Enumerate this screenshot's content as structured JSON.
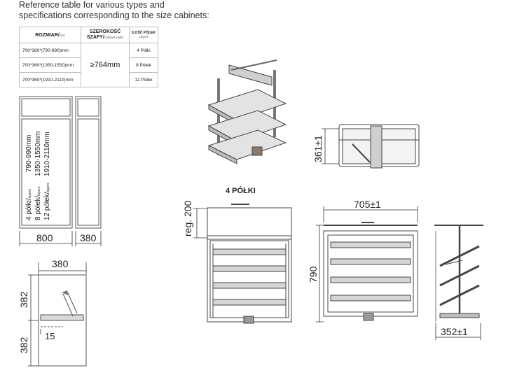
{
  "intro": {
    "line1": "Reference table for various types and",
    "line2": "specifications corresponding to the size cabinets:"
  },
  "table": {
    "headers": {
      "size": "ROZMIAR/",
      "size_sub": "size",
      "width": "SZEROKOŚĆ",
      "width2": "SZAFY/",
      "width_sub": "Cabinet width",
      "shelves": "ILOŚĆ PÓŁEK",
      "shelves_sub": "Layers"
    },
    "rows": [
      {
        "size": "700*360*(790-990)mm",
        "shelves": "4 Półki"
      },
      {
        "size": "700*360*(1350-1550)mm",
        "shelves": "8 Półek"
      },
      {
        "size": "700*360*(1910-2110)mm",
        "shelves": "12 Półek"
      }
    ],
    "width_value": "≥764mm"
  },
  "cabinet_left": {
    "col1": [
      "790-990mm",
      "1350-1550mm",
      "1910-2110mm"
    ],
    "col2": [
      "4 półki/",
      "8 półek/",
      "12 półek/"
    ],
    "col2_sub": "layers",
    "dim_width": "800",
    "dim_depth": "380"
  },
  "plan_view": {
    "dim_top": "380",
    "dim_upper": "382",
    "dim_lower": "382",
    "dim_gap": "15"
  },
  "top_view": {
    "dim_height": "361±1"
  },
  "front_view": {
    "title": "4 PÓŁKI",
    "dim_reg": "reg. 200"
  },
  "main_front": {
    "dim_width": "705±1",
    "dim_height": "790"
  },
  "side_view": {
    "dim_depth": "352±1"
  }
}
